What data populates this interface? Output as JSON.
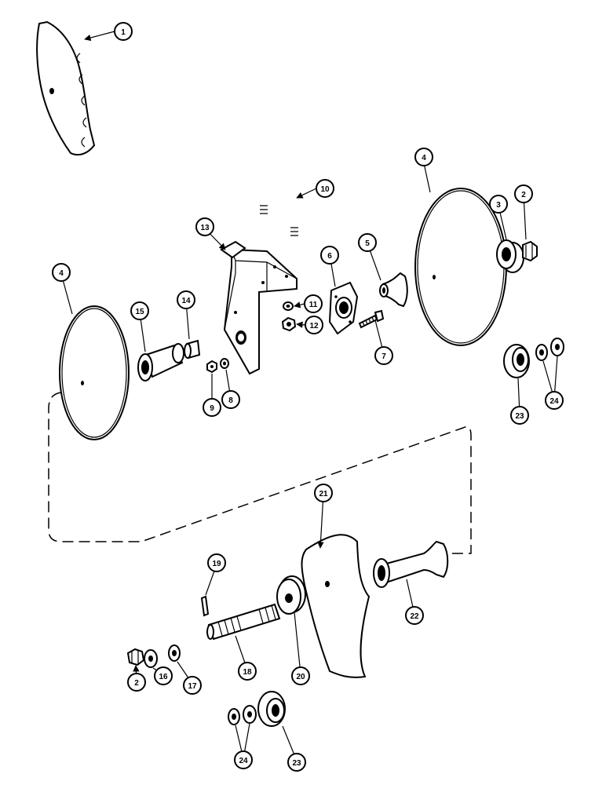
{
  "callouts": [
    {
      "label": "1"
    },
    {
      "label": "10"
    },
    {
      "label": "4"
    },
    {
      "label": "2"
    },
    {
      "label": "3"
    },
    {
      "label": "13"
    },
    {
      "label": "5"
    },
    {
      "label": "6"
    },
    {
      "label": "4"
    },
    {
      "label": "11"
    },
    {
      "label": "15"
    },
    {
      "label": "14"
    },
    {
      "label": "12"
    },
    {
      "label": "7"
    },
    {
      "label": "9"
    },
    {
      "label": "8"
    },
    {
      "label": "23"
    },
    {
      "label": "24"
    },
    {
      "label": "21"
    },
    {
      "label": "19"
    },
    {
      "label": "22"
    },
    {
      "label": "18"
    },
    {
      "label": "20"
    },
    {
      "label": "2"
    },
    {
      "label": "16"
    },
    {
      "label": "17"
    },
    {
      "label": "24"
    },
    {
      "label": "23"
    }
  ]
}
